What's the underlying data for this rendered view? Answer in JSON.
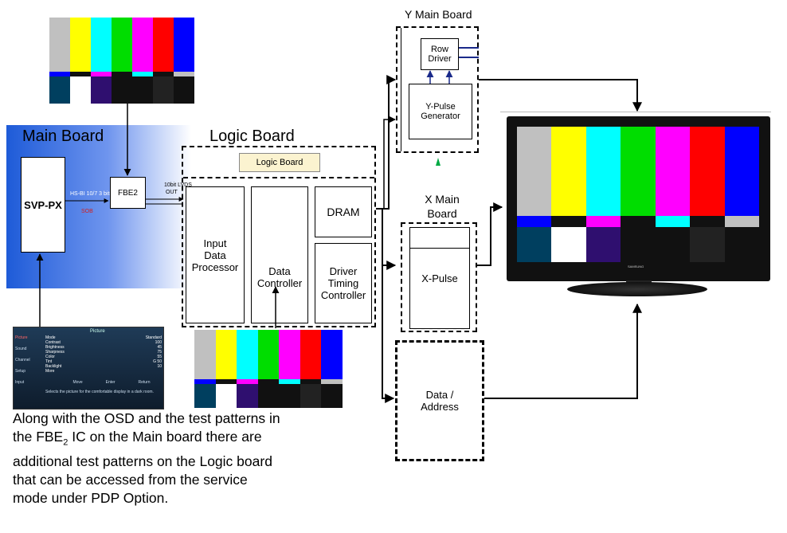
{
  "colors": {
    "bars": [
      "#c0c0c0",
      "#ffff00",
      "#00ffff",
      "#00dd00",
      "#ff00ff",
      "#ff0000",
      "#0000ff"
    ],
    "bars_mid": [
      "#0000ff",
      "#111111",
      "#ff00ff",
      "#111111",
      "#00ffff",
      "#111111",
      "#c0c0c0"
    ],
    "bars_bottom": [
      "#003f5f",
      "#ffffff",
      "#2f0f6f",
      "#111111",
      "#111111",
      "#222222",
      "#111111"
    ],
    "main_board_gradient_start": "#1e5bd8",
    "arrow_green": "#00aa44"
  },
  "labels": {
    "main_board": "Main Board",
    "logic_board_title": "Logic Board",
    "logic_board_inner": "Logic Board",
    "svp": "SVP-PX",
    "fbe2": "FBE2",
    "svp_small_1": "HS-BI 10/7 3 bits",
    "svp_small_2": "SOB",
    "fbe2_small_1": "10bit LVDS",
    "fbe2_small_2": "OUT",
    "input_data_processor_1": "Input",
    "input_data_processor_2": "Data",
    "input_data_processor_3": "Processor",
    "data_controller_1": "Data",
    "data_controller_2": "Controller",
    "dram": "DRAM",
    "driver_timing_1": "Driver",
    "driver_timing_2": "Timing",
    "driver_timing_3": "Controller",
    "y_main_board": "Y Main Board",
    "row_driver_1": "Row",
    "row_driver_2": "Driver",
    "y_pulse_1": "Y-Pulse",
    "y_pulse_2": "Generator",
    "x_main_board_1": "X Main",
    "x_main_board_2": "Board",
    "x_pulse": "X-Pulse",
    "data_address_1": "Data /",
    "data_address_2": "Address"
  },
  "osd": {
    "title": "Picture",
    "menu": [
      "Picture",
      "Sound",
      "Channel",
      "Setup",
      "Input"
    ],
    "rows": [
      "Mode",
      "Contrast",
      "Brightness",
      "Sharpness",
      "Color",
      "Tint",
      "Backlight",
      "More"
    ],
    "values": [
      "Standard",
      "100",
      "45",
      "75",
      "55",
      "G 50",
      "10",
      ""
    ],
    "footer": [
      "Move",
      "Enter",
      "Return"
    ],
    "help": "Selects the picture for the comfortable display in a dark room."
  },
  "caption": {
    "line1": "Along with the OSD and the test patterns in",
    "line2_pre": "the FBE",
    "line2_sub": "2",
    "line2_post": " IC on the Main board there are",
    "line3": "additional test patterns on the Logic board",
    "line4": "that can be accessed from the service",
    "line5": "mode under PDP Option."
  },
  "tv": {
    "brand": "SAMSUNG"
  }
}
